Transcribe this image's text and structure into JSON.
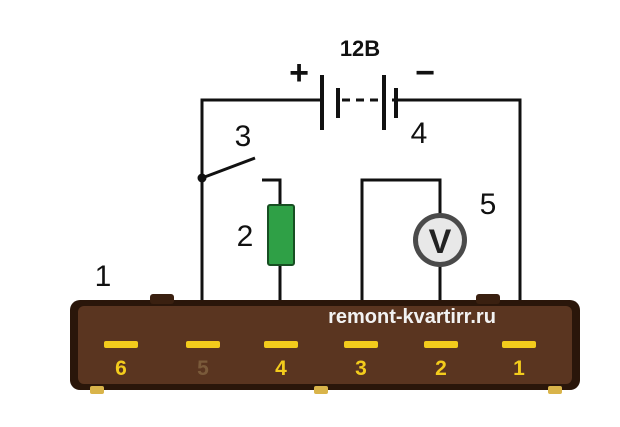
{
  "diagram": {
    "voltage_label": "12В",
    "plus_sign": "+",
    "minus_sign": "−",
    "callouts": [
      "1",
      "2",
      "3",
      "4",
      "5"
    ],
    "pin_labels": [
      "6",
      "5",
      "4",
      "3",
      "2",
      "1"
    ],
    "voltmeter_symbol": "V",
    "watermark": "remont-kvartirr.ru"
  },
  "colors": {
    "wire": "#111111",
    "block_body": "#5a3520",
    "block_dark": "#2a160a",
    "pin": "#f3cc1c",
    "resistor": "#2fa046",
    "meter_face": "#e8e8e8"
  }
}
